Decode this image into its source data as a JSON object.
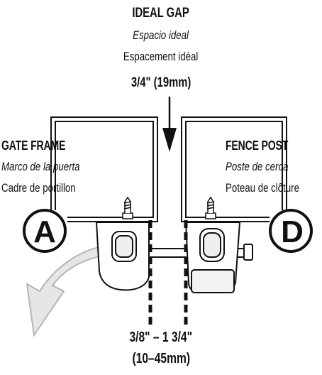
{
  "ideal_gap": {
    "title_en": "IDEAL GAP",
    "title_es": "Espacio ideal",
    "title_fr": "Espacement idéal",
    "measure": "3/4\" (19mm)"
  },
  "gate_frame": {
    "label_en": "GATE FRAME",
    "label_es": "Marco de la puerta",
    "label_fr": "Cadre de portillon",
    "letter": "A"
  },
  "fence_post": {
    "label_en": "FENCE POST",
    "label_es": "Poste de cerca",
    "label_fr": "Poteau de clôture",
    "letter": "D"
  },
  "range": {
    "imperial": "3/8\" – 1 3/4\"",
    "metric": "(10–45mm)"
  },
  "colors": {
    "line": "#111111",
    "arrow_fill": "#e6e6e6",
    "arrow_stroke": "#b5b5b5"
  }
}
